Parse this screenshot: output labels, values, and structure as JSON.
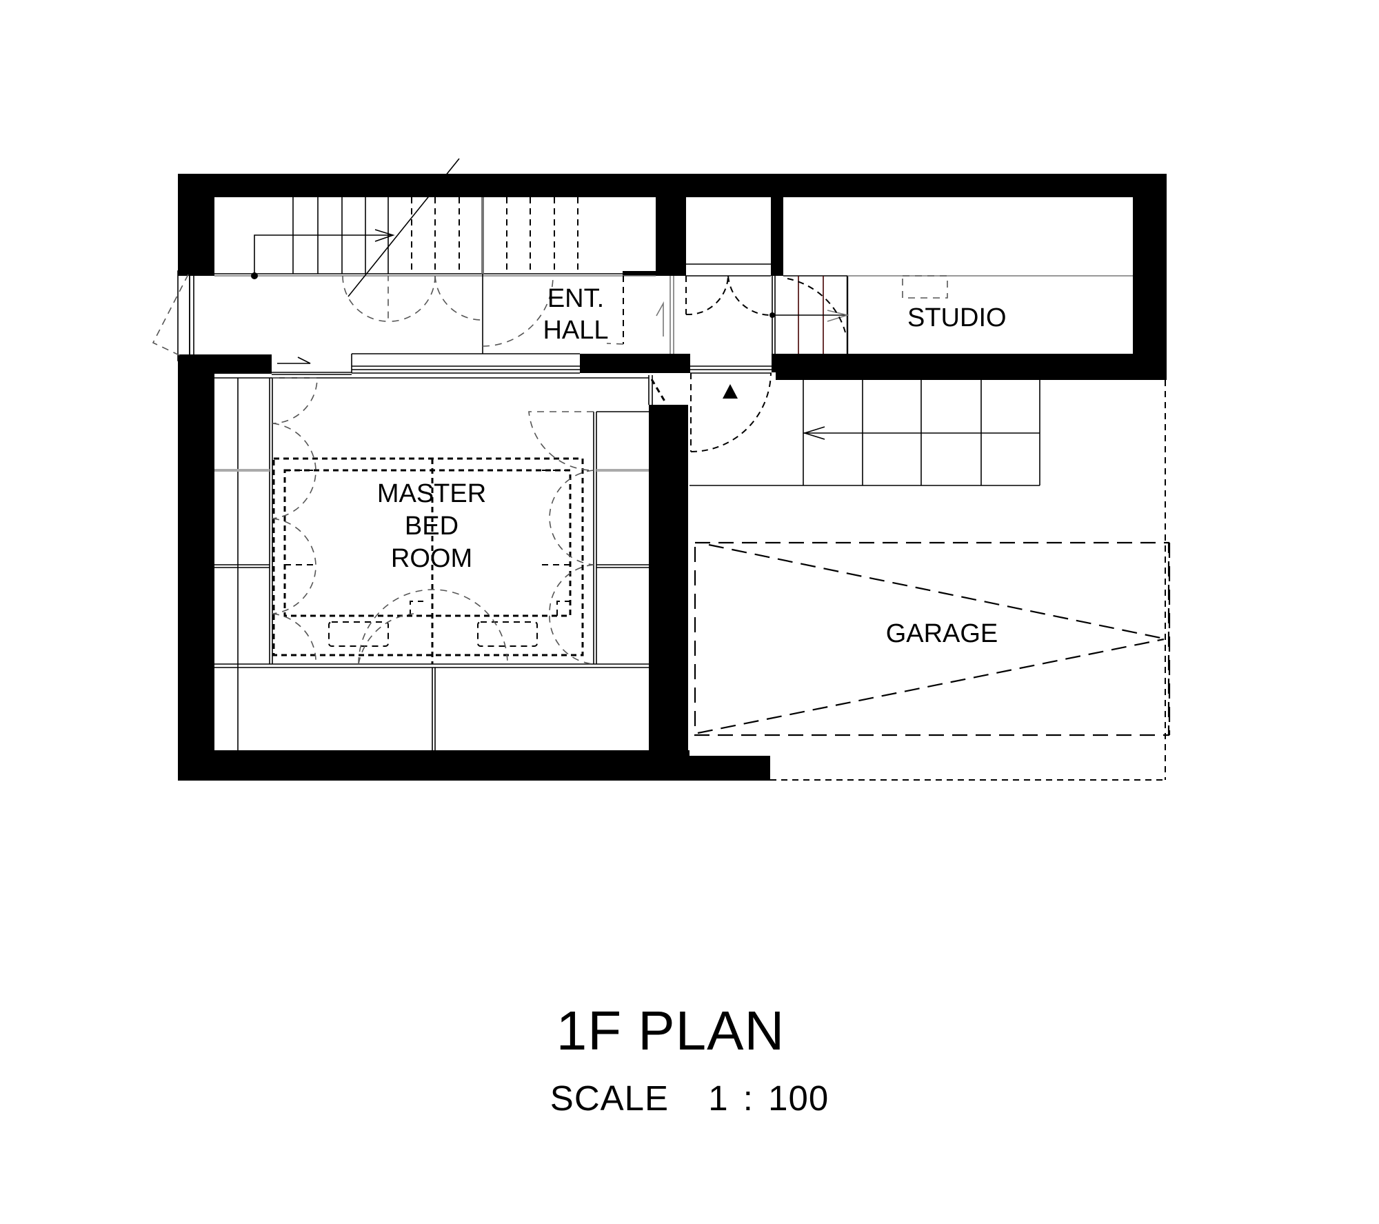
{
  "drawing": {
    "title": "1F PLAN",
    "scale_label": "SCALE",
    "scale_value": "1 : 100"
  },
  "rooms": {
    "ent_hall": {
      "line1": "ENT.",
      "line2": "HALL"
    },
    "studio": {
      "label": "STUDIO"
    },
    "master_bedroom": {
      "line1": "MASTER",
      "line2": "BED",
      "line3": "ROOM"
    },
    "garage": {
      "label": "GARAGE"
    }
  },
  "symbols": {
    "entrance_marker": "north-triangle-icon",
    "up_arrow_marker": "1"
  },
  "colors": {
    "wall": "#000000",
    "line": "#000000",
    "background": "#ffffff"
  }
}
